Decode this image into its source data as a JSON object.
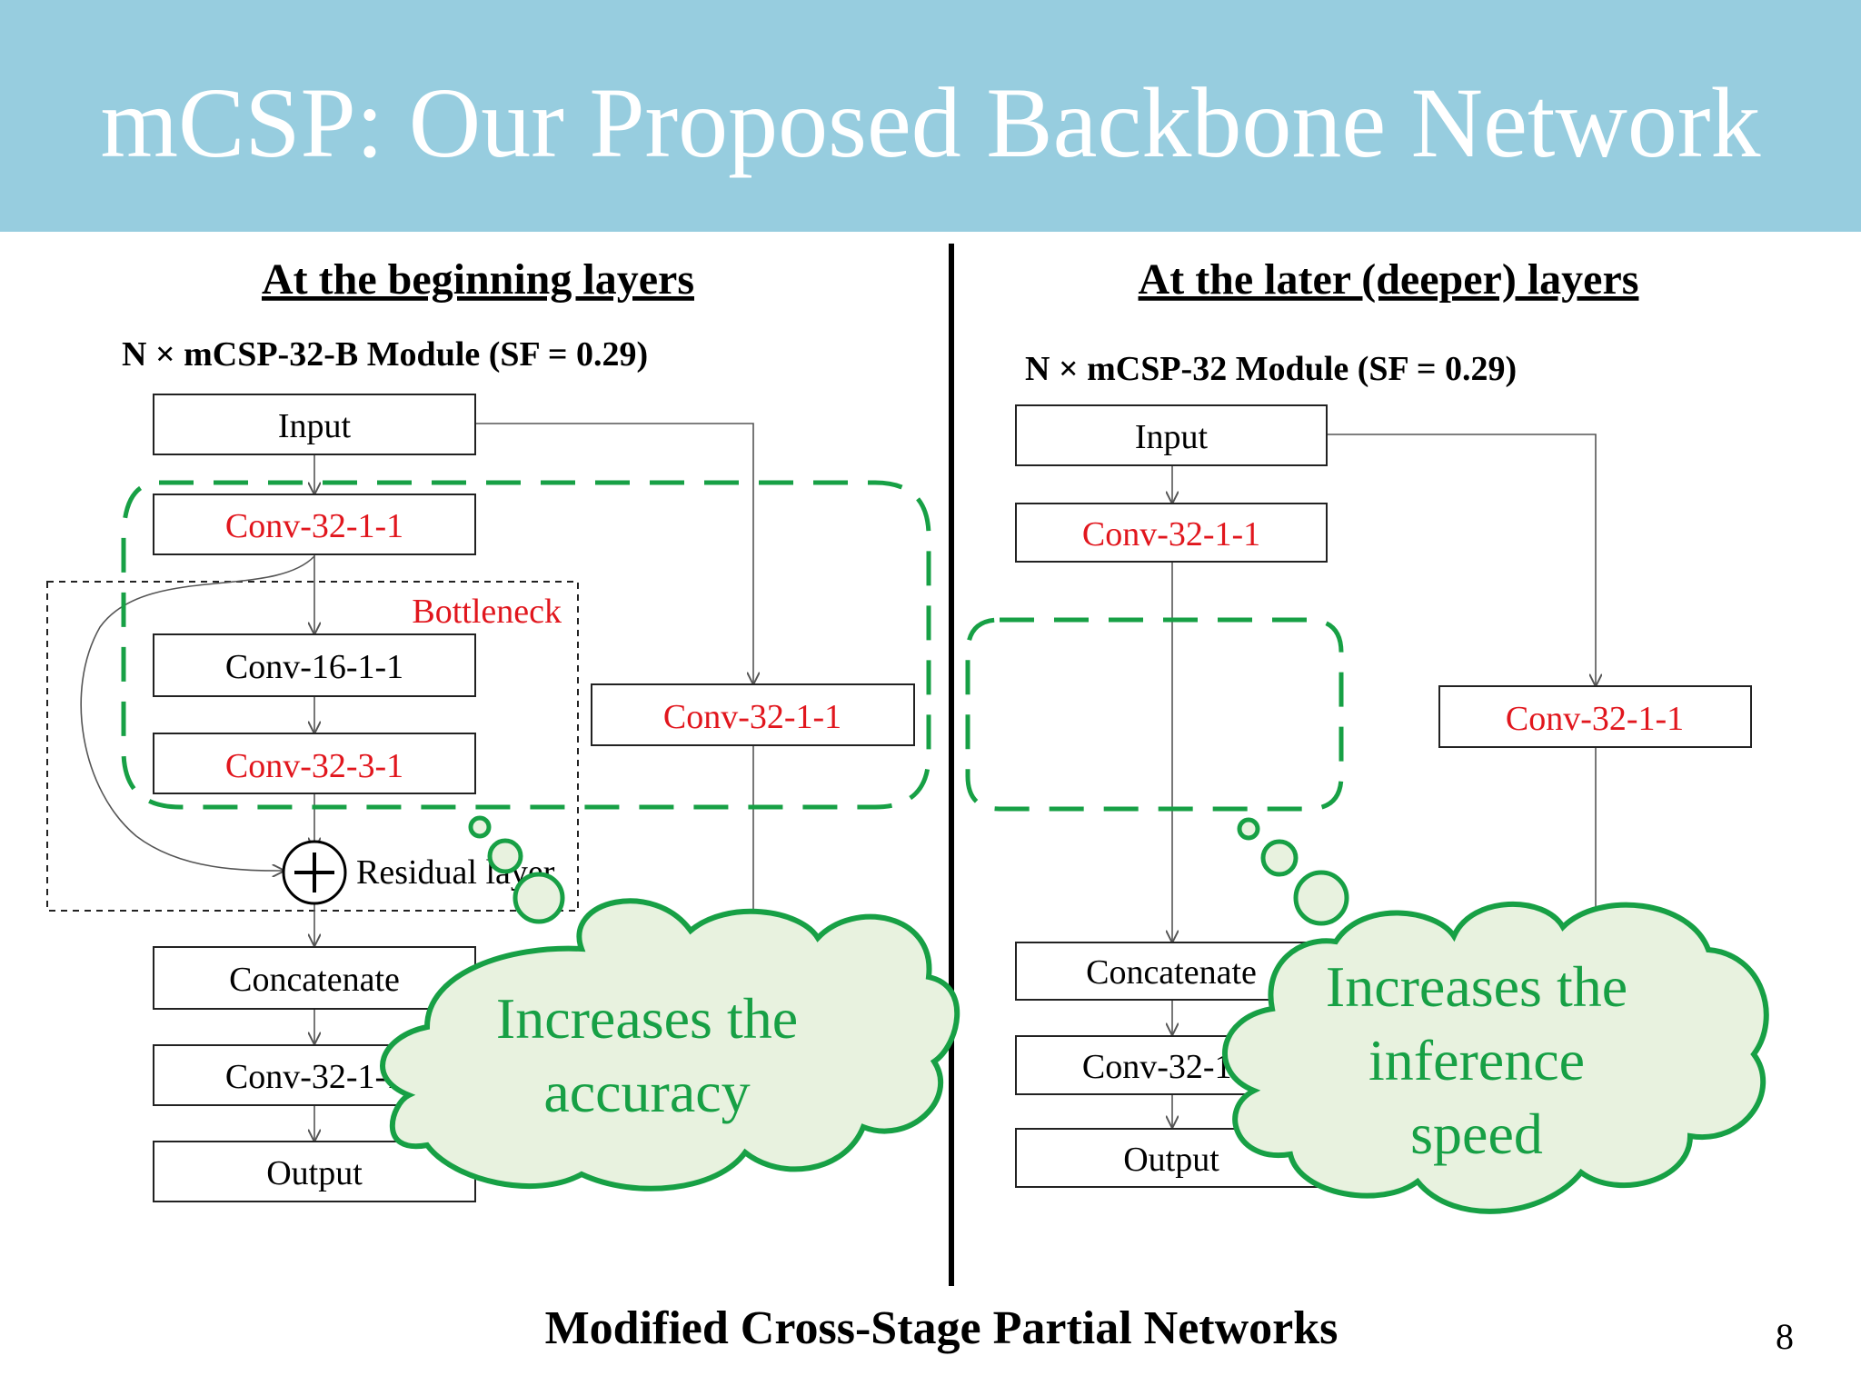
{
  "title": "mCSP: Our Proposed Backbone Network",
  "left": {
    "heading": "At the beginning layers",
    "module": "N × mCSP-32-B Module (SF = 0.29)",
    "boxes": {
      "input": "Input",
      "conv_a": "Conv-32-1-1",
      "conv_b": "Conv-16-1-1",
      "conv_c": "Conv-32-3-1",
      "conv_side": "Conv-32-1-1",
      "concat": "Concatenate",
      "conv_out": "Conv-32-1-1",
      "output": "Output"
    },
    "bottleneck_label": "Bottleneck",
    "residual_label": "Residual layer",
    "cloud": [
      "Increases the",
      "accuracy"
    ]
  },
  "right": {
    "heading": "At the later (deeper) layers",
    "module": "N × mCSP-32 Module (SF = 0.29)",
    "boxes": {
      "input": "Input",
      "conv_a": "Conv-32-1-1",
      "conv_side": "Conv-32-1-1",
      "concat": "Concatenate",
      "conv_out": "Conv-32-1-1",
      "output": "Output"
    },
    "cloud": [
      "Increases the",
      "inference",
      "speed"
    ]
  },
  "footer": "Modified Cross-Stage Partial Networks",
  "page_number": "8",
  "colors": {
    "banner": "#97cddf",
    "highlight_red": "#e1161d",
    "cloud_green": "#17a045",
    "cloud_fill": "#e8f2df"
  }
}
